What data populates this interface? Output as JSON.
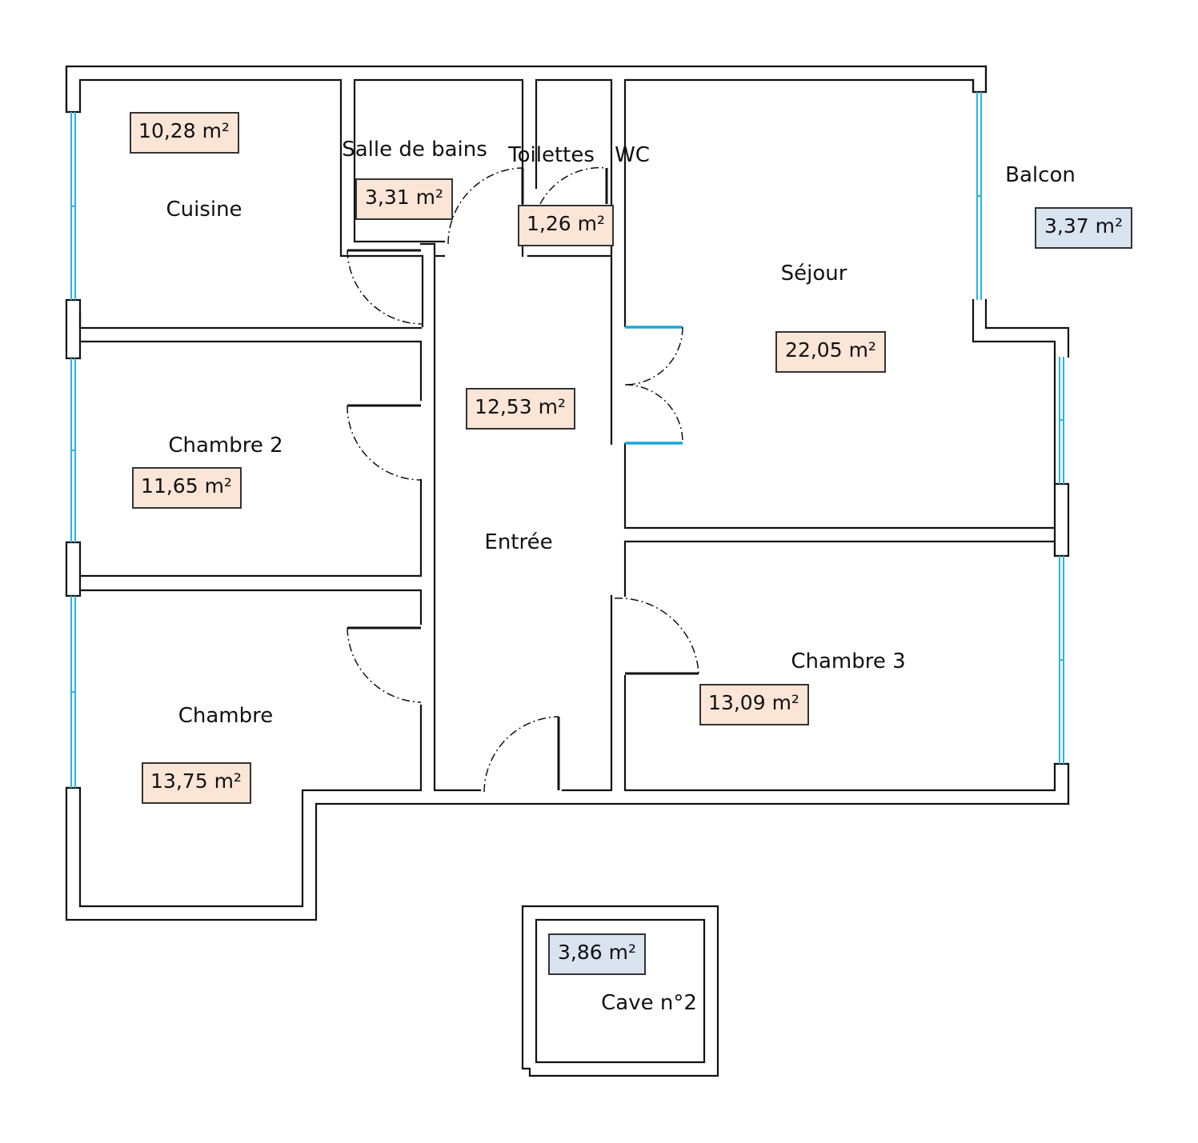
{
  "rooms": {
    "cuisine": {
      "label": "Cuisine",
      "area": "10,28 m²"
    },
    "salle_de_bains": {
      "label": "Salle de bains",
      "area": "3,31 m²"
    },
    "toilettes": {
      "label": "Toilettes",
      "area": "1,26 m²"
    },
    "wc": {
      "label": "WC"
    },
    "sejour": {
      "label": "Séjour",
      "area": "22,05 m²"
    },
    "balcon": {
      "label": "Balcon",
      "area": "3,37 m²"
    },
    "entree": {
      "label": "Entrée",
      "area": "12,53 m²"
    },
    "chambre_2": {
      "label": "Chambre 2",
      "area": "11,65 m²"
    },
    "chambre": {
      "label": "Chambre",
      "area": "13,75 m²"
    },
    "chambre_3": {
      "label": "Chambre 3",
      "area": "13,09 m²"
    },
    "cave": {
      "label": "Cave n°2",
      "area": "3,86 m²"
    }
  },
  "colors": {
    "area_box_warm": "#fbe5d6",
    "area_box_cool": "#dae3f0",
    "window": "#28b4e0",
    "wall": "#111111"
  }
}
